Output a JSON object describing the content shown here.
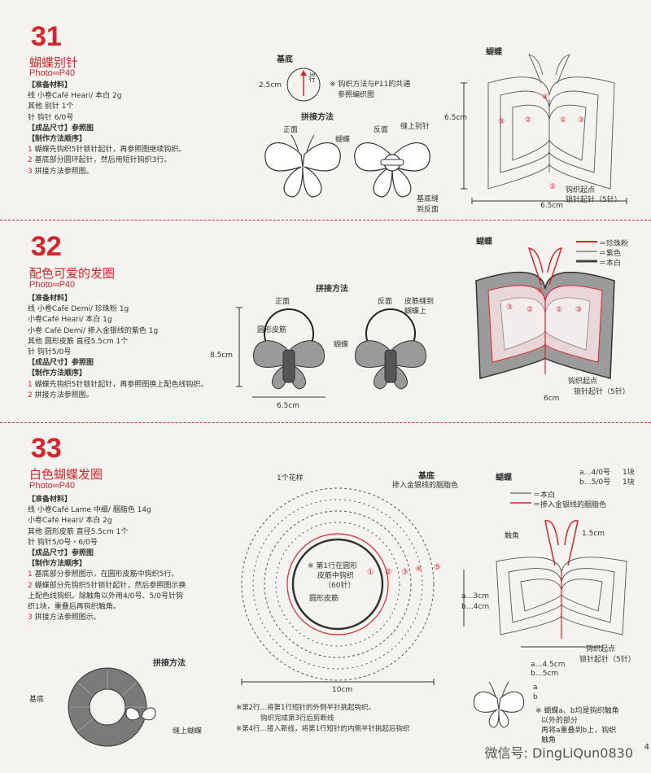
{
  "s31": {
    "num": "31",
    "title": "蝴蝶别针",
    "photo": "Photo∞P40",
    "info": [
      "【准备材料】",
      "线  小卷Café  Heari/ 本白 2g",
      "其他  别针 1个",
      "针  钩针 6/0号",
      "【成品尺寸】参照图",
      "【制作方法顺序】",
      "1 蝴蝶先钩织5针锁针起针，再参照图继续钩织。",
      "2 基底部分圆环起针，然后用短针钩织3行。",
      "3 拼接方法参照图。"
    ],
    "base_title": "基底",
    "base_size": "2.5cm",
    "base_rows": "3行",
    "base_note1": "※ 钩织方法与P11的共通",
    "base_note2": "参照编织图",
    "join_title": "拼接方法",
    "front": "正面",
    "back": "反面",
    "butterfly": "蝴蝶",
    "sew_pin": "缝上别针",
    "base_sew1": "基底缝",
    "base_sew2": "到反面",
    "chart_title": "蝴蝶",
    "height": "6.5cm",
    "width": "6.5cm",
    "start1": "钩织起点",
    "start2": "锁针起针（5针）",
    "rounds": [
      "①",
      "②",
      "③",
      "④",
      "⑤"
    ]
  },
  "s32": {
    "num": "32",
    "title": "配色可爱的发圈",
    "photo": "Photo∞P40",
    "info": [
      "【准备材料】",
      "线  小卷Café Demi/ 珍珠粉 1g",
      "小卷Café  Heari/ 本白 1g",
      "小卷 Café  Demi/ 掺入金银线的紫色 1g",
      "其他  圆形皮筋 直径5.5cm 1个",
      "针  钩针5/0号",
      "【成品尺寸】参照图",
      "【制作方法顺序】",
      "1 蝴蝶先钩织5针锁针起针，再参照图换上配色线钩织。",
      "2 拼接方法参照图。"
    ],
    "join_title": "拼接方法",
    "front": "正面",
    "back": "反面",
    "elastic": "圆形皮筋",
    "butterfly": "蝴蝶",
    "sew1": "皮筋缝到",
    "sew2": "蝴蝶上",
    "height": "8.5cm",
    "width": "6.5cm",
    "chart_title": "蝴蝶",
    "legend": [
      "＝珍珠粉",
      "＝紫色",
      "＝本白"
    ],
    "chart_width": "6cm",
    "start1": "钩织起点",
    "start2": "锁针起针（5针）"
  },
  "s33": {
    "num": "33",
    "title": "白色蝴蝶发圈",
    "photo": "Photo∞P40",
    "info": [
      "【准备材料】",
      "线  小卷Café  Lame 中细/ 胭脂色 14g",
      "小卷Café  Heari/ 本白 2g",
      "其他  圆形皮筋 直径5.5cm 1个",
      "针  钩针5/0号・6/0号",
      "【成品尺寸】参照图",
      "【制作方法顺序】",
      "1 基底部分参照图示，在圆形皮筋中钩织5行。",
      "2 蝴蝶部分先钩织5针锁针起针，然后参照图示换",
      "上配色线钩织。除触角以外用4/0号、5/0号针钩",
      "织1块，重叠后再钩织触角。",
      "3 拼接方法参照图示。"
    ],
    "one_pattern": "1个花样",
    "base_title": "基底",
    "base_sub": "掺入金银线的胭脂色",
    "center1": "※ 第1行在圆形",
    "center2": "皮筋中钩织",
    "center3": "（60针）",
    "elastic": "圆形皮筋",
    "diam": "10cm",
    "notes": [
      "※第2行…将第1行短针的外侧半针挑起钩织。",
      "钩织完成第3行后剪断线",
      "※第4行…接入新线，将第1行短针的内侧半针挑起后钩织"
    ],
    "join_title": "拼接方法",
    "base_lbl": "基底",
    "sew_b": "缝上蝴蝶",
    "chart_title": "蝴蝶",
    "hook_a": "a…4/0号",
    "hook_b": "b…5/0号",
    "pieces": "1块",
    "legend": [
      "＝本白",
      "＝掺入金银线的胭脂色"
    ],
    "antenna": "触角",
    "ant_len": "1.5cm",
    "a_h": "a…3cm",
    "b_h": "b…4cm",
    "a_w": "a…4.5cm",
    "b_w": "b…5cm",
    "start1": "钩织起点",
    "start2": "锁针起针（5针）",
    "note_b1": "※ 蝴蝶a、b均是钩织触角",
    "note_b2": "以外的部分",
    "note_b3": "再将a重叠到b上，钩织",
    "note_b4": "触角",
    "ab_a": "a",
    "ab_b": "b"
  },
  "footer": {
    "watermark": "微信号: DingLiQun0830",
    "page": "4"
  }
}
